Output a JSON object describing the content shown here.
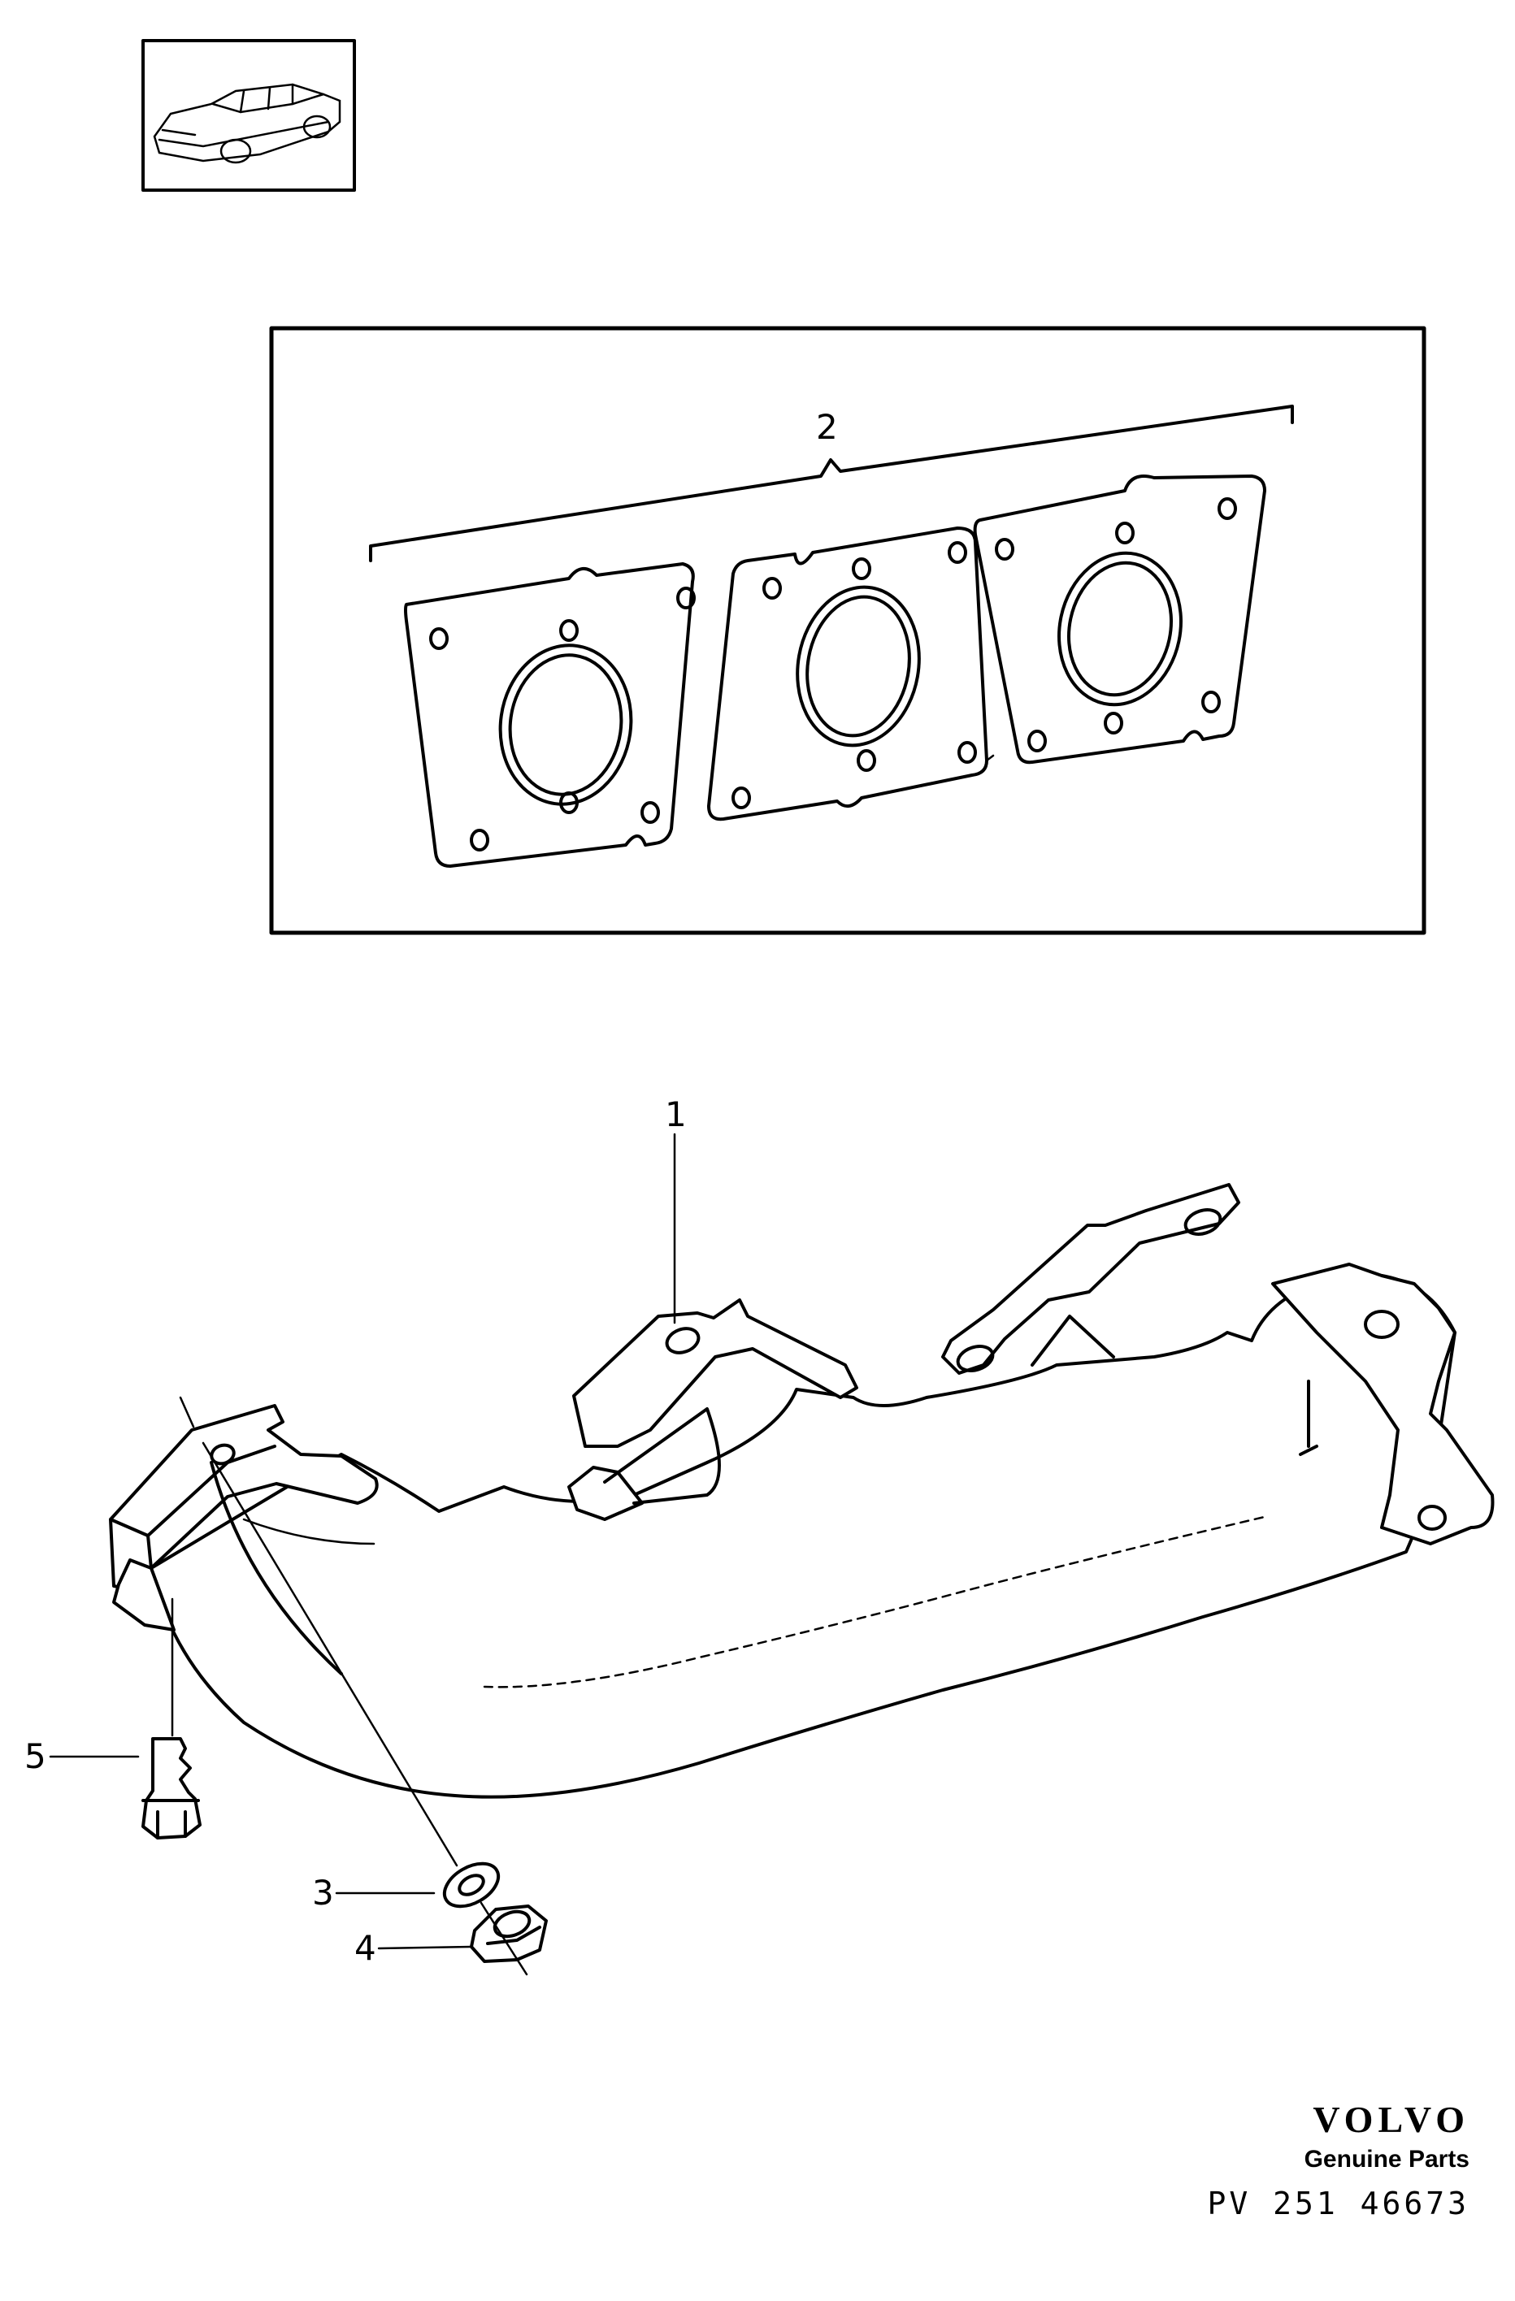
{
  "diagram": {
    "callouts": {
      "manifold": "1",
      "gasket_set": "2",
      "washer": "3",
      "nut": "4",
      "stud": "5"
    }
  },
  "footer": {
    "brand": "VOLVO",
    "tagline": "Genuine Parts",
    "reference": "PV 251 46673"
  },
  "icons": {
    "vehicle_thumbnail": "car-sedan-icon"
  }
}
